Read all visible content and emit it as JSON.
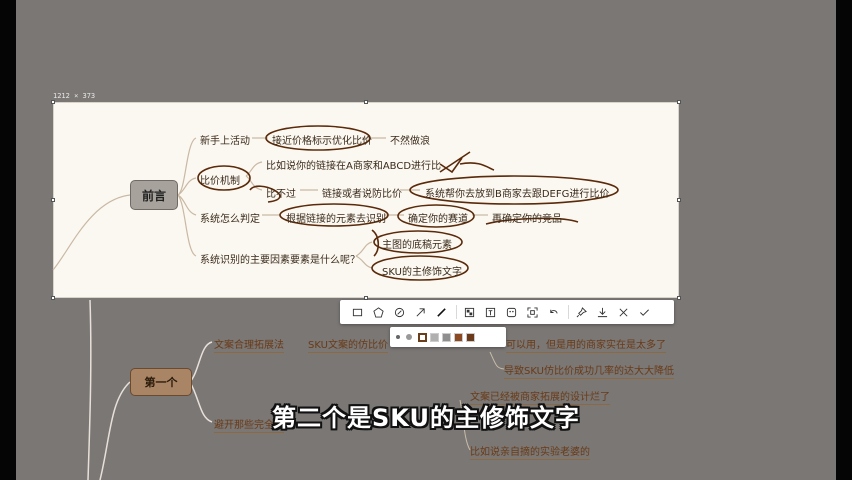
{
  "overlay": {
    "size_label": "1212 × 373",
    "subtitle": "第二个是SKU的主修饰文字"
  },
  "mindmap_under": {
    "second_node": "第一个",
    "branch_1": "文案合理拓展法",
    "branch_1_child": "SKU文案的仿比价",
    "branch_1_notes": [
      "可以用，但是用的商家实在是太多了",
      "导致SKU仿比价成功几率的达大大降低"
    ],
    "branch_2": "避开那些完全被",
    "branch_2_notes": [
      "文案已经被商家拓展的设计烂了",
      "比如说亲自摘的实验老婆的"
    ]
  },
  "selection_map": {
    "root": "前言",
    "rows": [
      {
        "label": "新手上活动",
        "items": [
          "接近价格标示优化比价",
          "不然做浪"
        ]
      },
      {
        "label": "比价机制",
        "items": [
          "比如说你的链接在A商家和ABCD进行比"
        ]
      },
      {
        "label": "比不过",
        "items": [
          "链接或者说防比价",
          "系统帮你去放到B商家去跟DEFG进行比价"
        ]
      },
      {
        "label": "系统怎么判定",
        "items": [
          "根据链接的元素去识别",
          "确定你的赛道",
          "再确定你的竞品"
        ]
      },
      {
        "label": "系统识别的主要因素要素是什么呢？",
        "items": [
          "主图的底稿元素",
          "SKU的主修饰文字"
        ]
      }
    ]
  },
  "toolbar": {
    "tools": [
      "rectangle-icon",
      "polygon-icon",
      "circle-pen-icon",
      "arrow-icon",
      "pen-icon",
      "mosaic-icon",
      "text-icon",
      "sticker-icon",
      "ocr-icon",
      "undo-icon",
      "pin-icon",
      "save-icon",
      "close-icon",
      "confirm-icon"
    ],
    "colors": [
      "#ffffff",
      "#b0b0b0",
      "#8f8f8f",
      "#8c4a22",
      "#6b3a1a"
    ]
  }
}
